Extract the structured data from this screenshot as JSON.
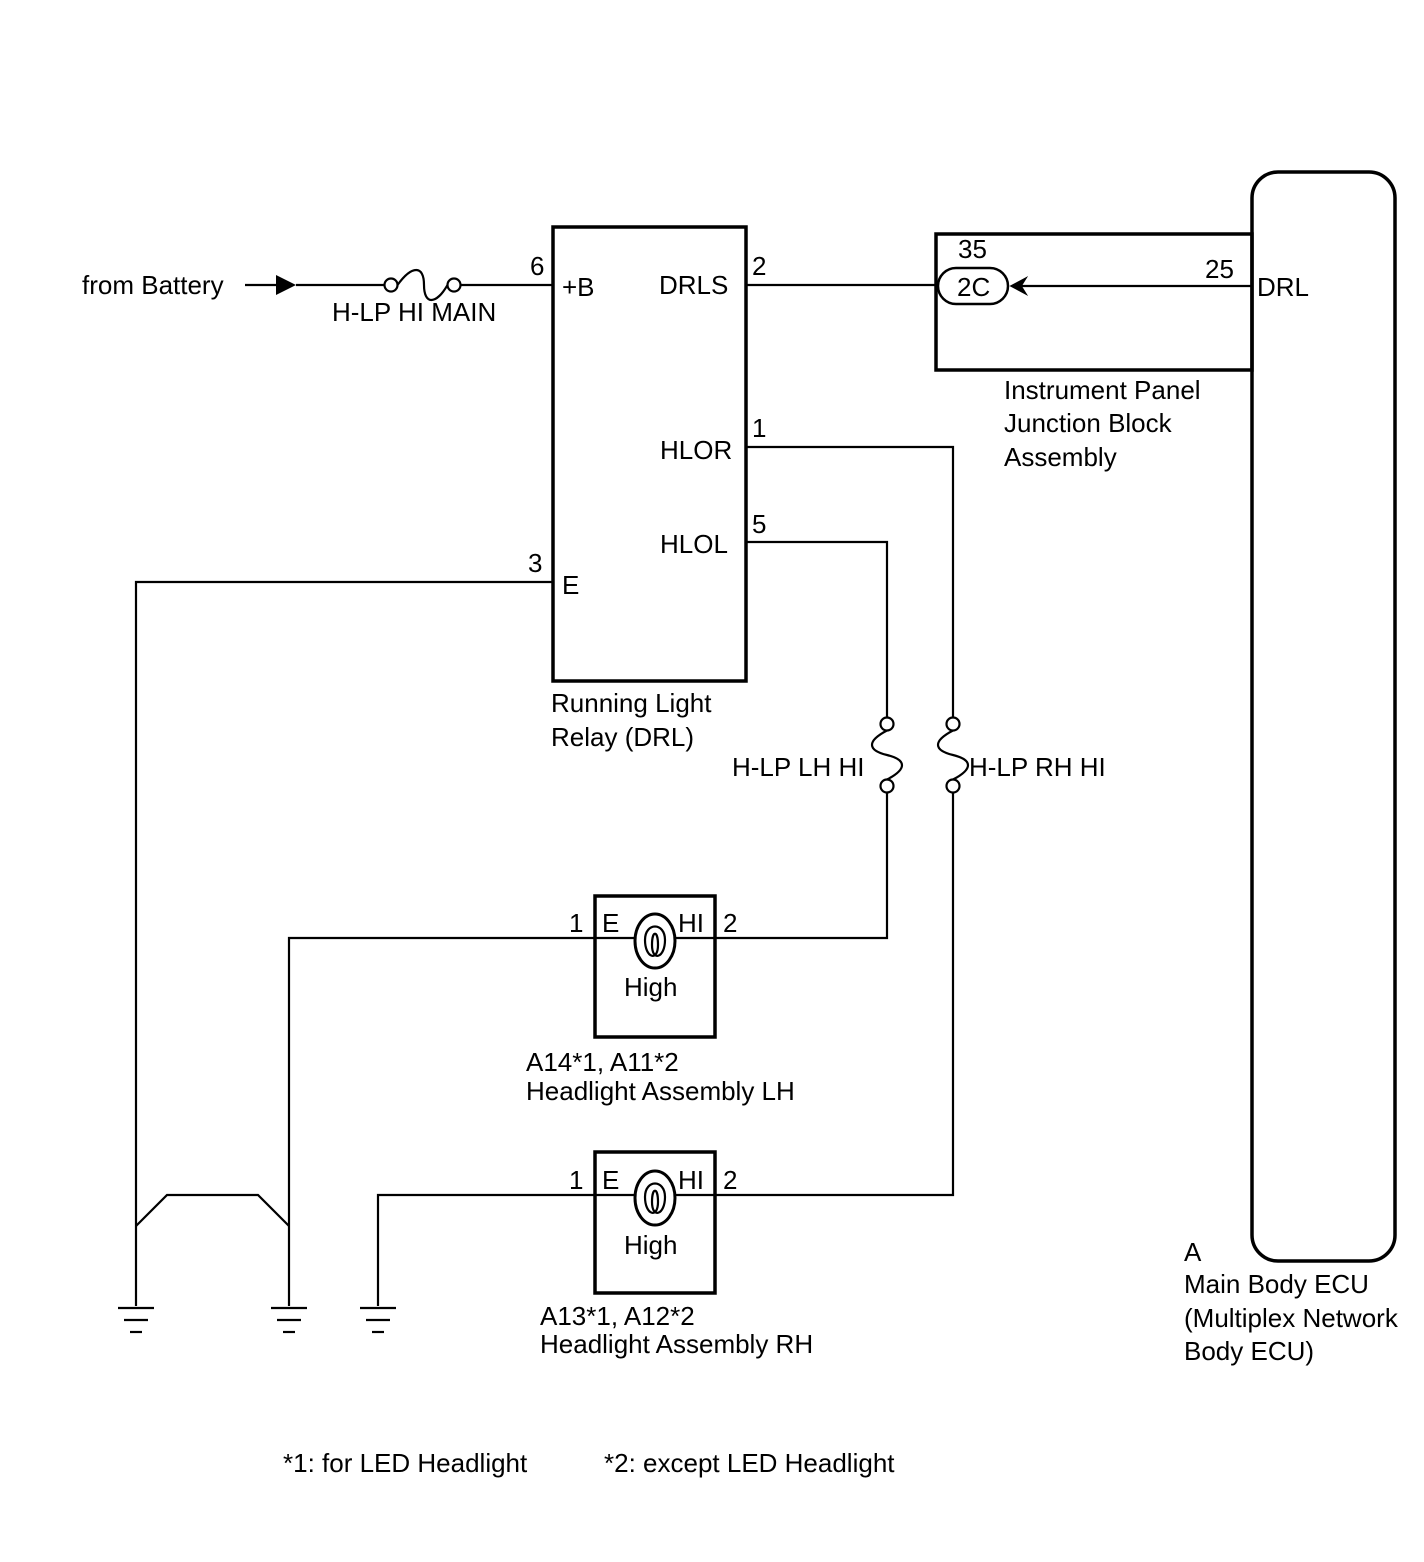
{
  "battery": {
    "label": "from Battery"
  },
  "fuses": {
    "main": "H-LP HI MAIN",
    "lh": "H-LP LH HI",
    "rh": "H-LP RH HI"
  },
  "relay": {
    "name_line1": "Running Light",
    "name_line2": "Relay (DRL)",
    "pins": {
      "b_num": "6",
      "b_label": "+B",
      "drls_num": "2",
      "drls_label": "DRLS",
      "hlor_num": "1",
      "hlor_label": "HLOR",
      "hlol_num": "5",
      "hlol_label": "HLOL",
      "e_num": "3",
      "e_label": "E"
    }
  },
  "junction": {
    "pin_num": "35",
    "connector": "2C",
    "line1": "Instrument Panel",
    "line2": "Junction Block",
    "line3": "Assembly"
  },
  "ecu": {
    "pin_num": "25",
    "pin_label": "DRL",
    "code": "A",
    "line1": "Main Body ECU",
    "line2": "(Multiplex Network",
    "line3": "Body ECU)"
  },
  "headlight_lh": {
    "pin_e_num": "1",
    "pin_e_label": "E",
    "pin_hi_num": "2",
    "pin_hi_label": "HI",
    "bulb_label": "High",
    "code": "A14*1, A11*2",
    "name": "Headlight Assembly LH"
  },
  "headlight_rh": {
    "pin_e_num": "1",
    "pin_e_label": "E",
    "pin_hi_num": "2",
    "pin_hi_label": "HI",
    "bulb_label": "High",
    "code": "A13*1, A12*2",
    "name": "Headlight Assembly RH"
  },
  "footnotes": {
    "note1": "*1: for LED Headlight",
    "note2": "*2: except LED Headlight"
  }
}
